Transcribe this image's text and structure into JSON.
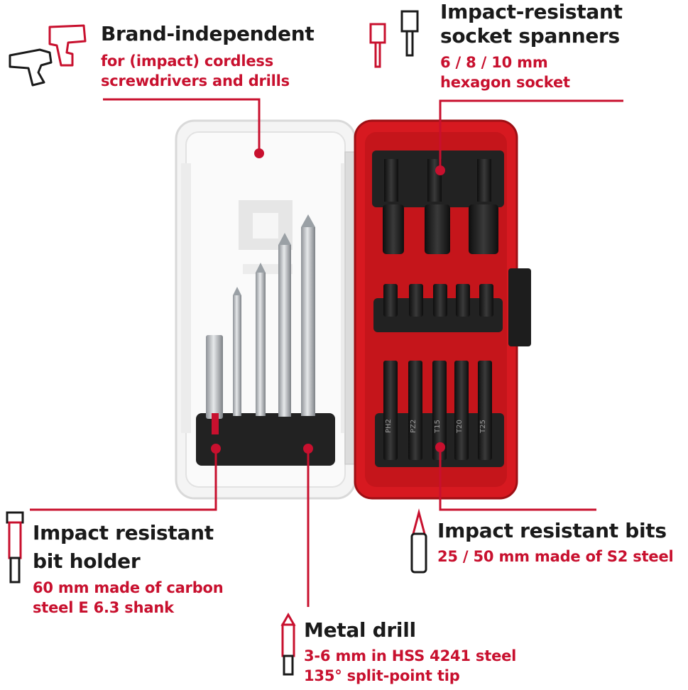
{
  "colors": {
    "accent": "#c8102e",
    "heading": "#1a1a1a",
    "case_red": "#d71920",
    "case_clear": "#f2f2f2",
    "insert_black": "#222222",
    "steel": "#b9bcc0"
  },
  "callouts": {
    "brand": {
      "title": "Brand-independent",
      "line1": "for (impact) cordless",
      "line2": "screwdrivers and drills",
      "icons": [
        "cordless-drill-outline-icon",
        "drill-outline-icon"
      ]
    },
    "sockets": {
      "title1": "Impact-resistant",
      "title2": "socket spanners",
      "line1": "6 / 8 / 10 mm",
      "line2": "hexagon socket",
      "icons": [
        "socket-outline-icon",
        "socket-outline-icon"
      ]
    },
    "holder": {
      "title1": "Impact resistant",
      "title2": "bit holder",
      "line1": "60 mm made of carbon",
      "line2": "steel E 6.3 shank",
      "icon": "bit-holder-outline-icon"
    },
    "bits": {
      "title": "Impact resistant bits",
      "line1": "25 / 50 mm made of S2 steel",
      "icon": "screwdriver-bit-outline-icon"
    },
    "drill": {
      "title": "Metal drill",
      "line1": "3-6 mm in HSS 4241 steel",
      "line2": "135° split-point tip",
      "icon": "drill-bit-outline-icon"
    }
  },
  "bit_labels_bottom": [
    "PH2",
    "PZ2",
    "T15",
    "T20",
    "T25"
  ]
}
